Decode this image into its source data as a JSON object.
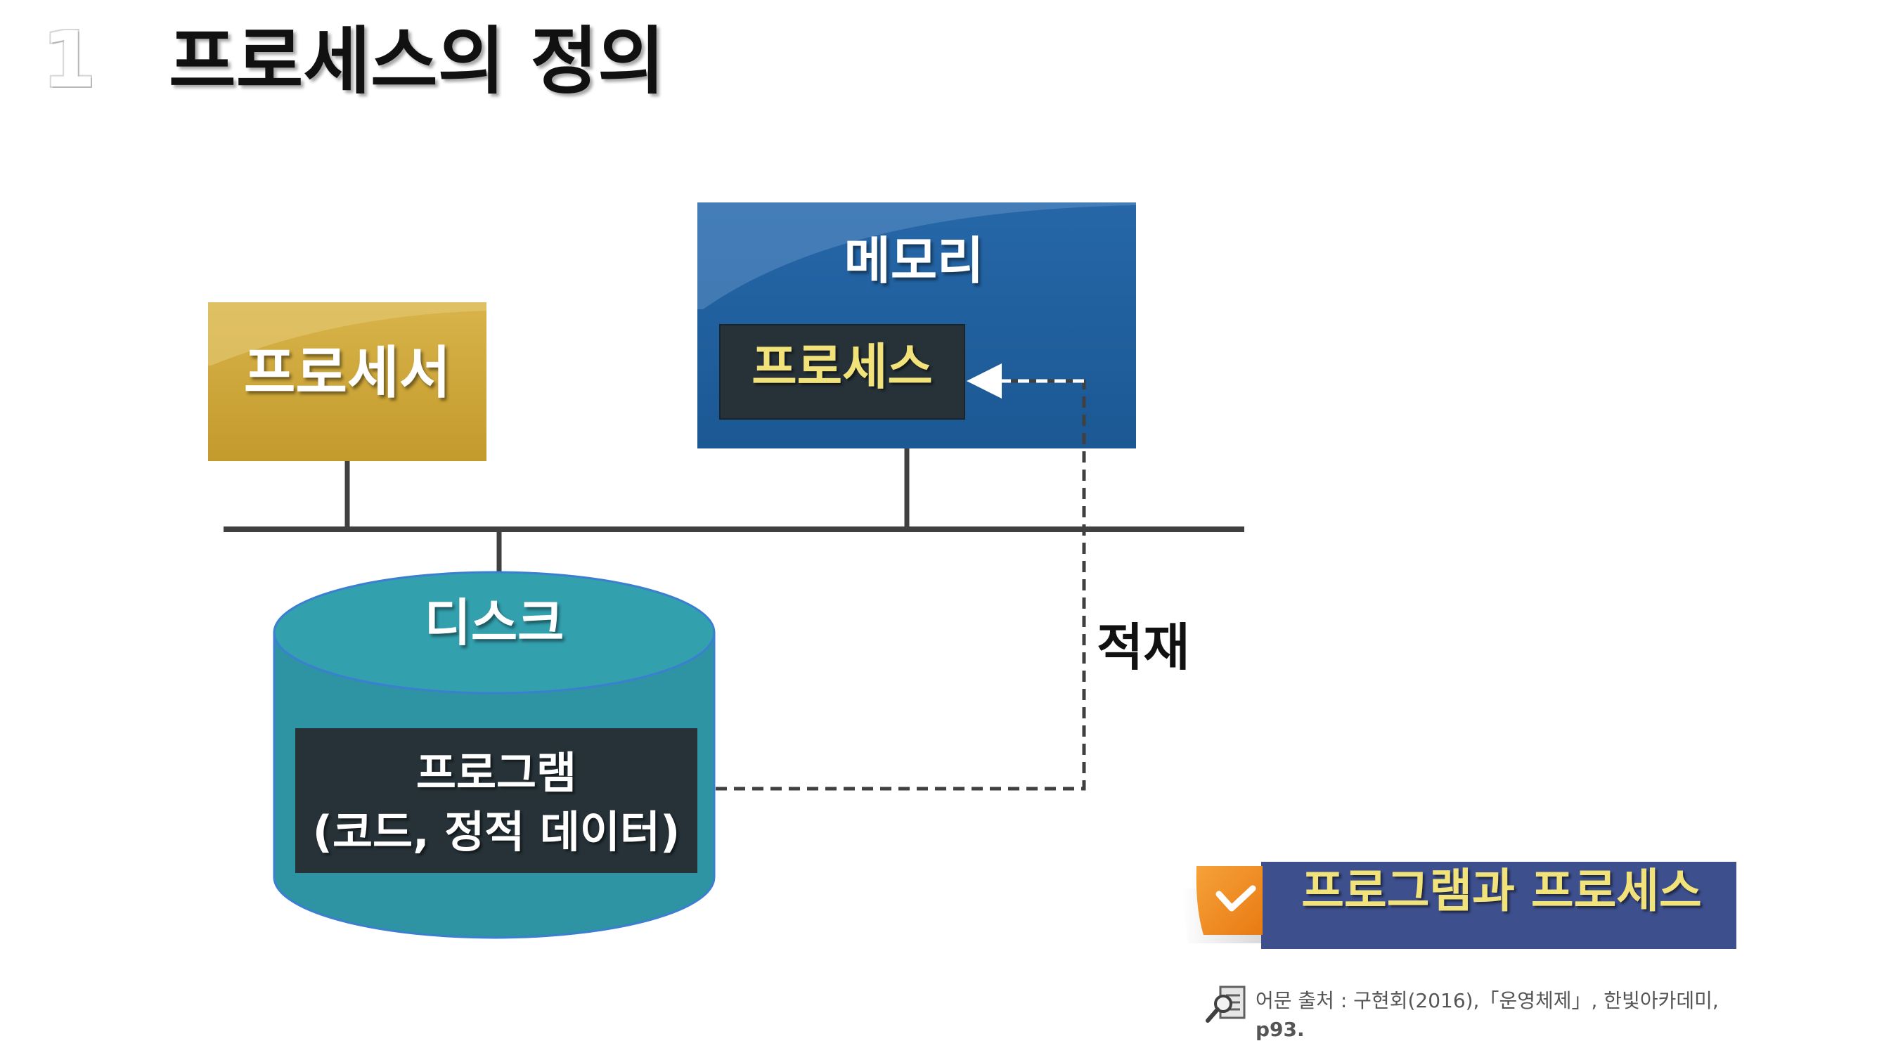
{
  "slide": {
    "number": "1",
    "title": "프로세스의 정의"
  },
  "diagram": {
    "processor": "프로세서",
    "memory": "메모리",
    "process": "프로세스",
    "disk": "디스크",
    "program_line1": "프로그램",
    "program_line2": "(코드, 정적 데이터)",
    "load_label": "적재"
  },
  "badge": {
    "text": "프로그램과 프로세스",
    "icon": "checkmark-icon"
  },
  "source": {
    "icon": "magnifier-document-icon",
    "text": "어문 출처  : 구현회(2016),「운영체제」, 한빛아카데미,",
    "pages": "p93."
  },
  "colors": {
    "processor_box": "#c8a132",
    "memory_box": "#1f5f9e",
    "disk_body": "#2e93a2",
    "dark_panel": "#263238",
    "bus_line": "#404040",
    "badge_bg": "#3d4f8c",
    "badge_tab": "#f08a1e",
    "highlight_text": "#f2e27a"
  }
}
